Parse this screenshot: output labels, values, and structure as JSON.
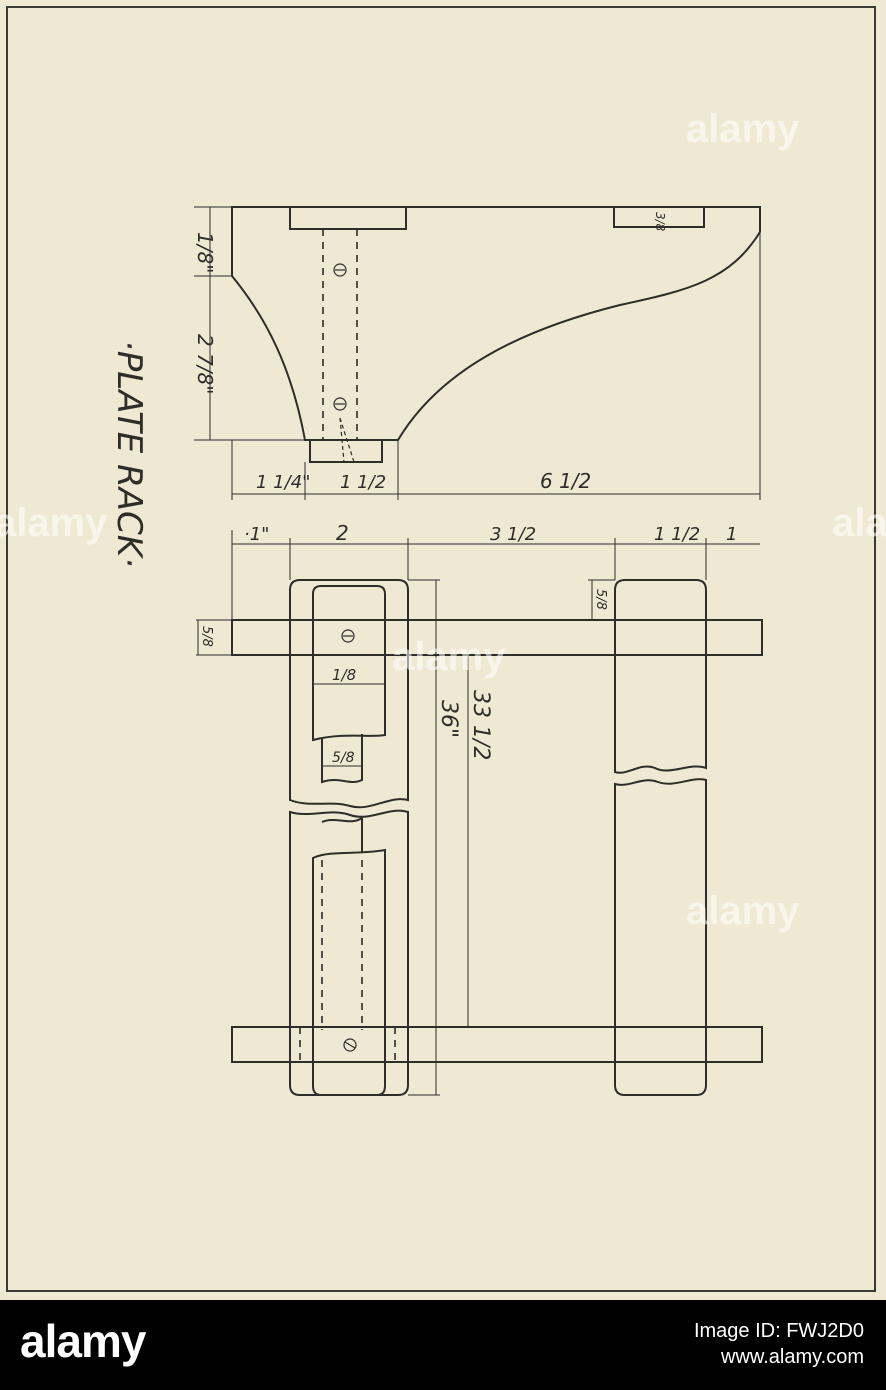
{
  "drawing": {
    "title": "·PLATE RACK·",
    "side_view": {
      "heights": [
        "1/8\"",
        "2 7/8\""
      ],
      "widths": [
        "1 1/4\"",
        "1 1/2",
        "6 1/2"
      ],
      "notch_label": "3/8"
    },
    "front_view": {
      "widths": [
        "·1\"",
        "2",
        "3 1/2",
        "1 1/2",
        "1"
      ],
      "rail_thickness": "5/8",
      "upright_thickness": "5/8",
      "dowel_width": "1/8",
      "dowel_thickness": "5/8",
      "inner_length": "33 1/2",
      "overall_length": "36\""
    }
  },
  "watermark": {
    "text": "alamy"
  },
  "footer": {
    "brand": "alamy",
    "image_id": "Image ID: FWJ2D0",
    "site": "www.alamy.com"
  }
}
